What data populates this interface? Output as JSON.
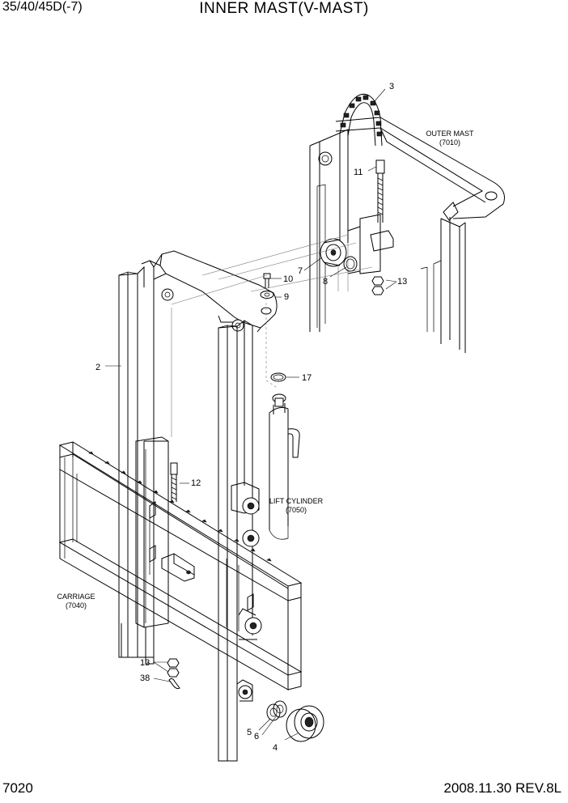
{
  "header": {
    "model": "35/40/45D(-7)",
    "title": "INNER MAST(V-MAST)"
  },
  "footer": {
    "page_number": "7020",
    "revision": "2008.11.30  REV.8L"
  },
  "callouts": {
    "c2": "2",
    "c3": "3",
    "c4": "4",
    "c5": "5",
    "c6": "6",
    "c7": "7",
    "c8": "8",
    "c9": "9",
    "c10": "10",
    "c11": "11",
    "c12": "12",
    "c13a": "13",
    "c13b": "13",
    "c17": "17",
    "c38": "38"
  },
  "assemblies": {
    "outer_mast_name": "OUTER MAST",
    "outer_mast_ref": "(7010)",
    "lift_cylinder_name": "LIFT CYLINDER",
    "lift_cylinder_ref": "(7050)",
    "carriage_name": "CARRIAGE",
    "carriage_ref": "(7040)"
  }
}
